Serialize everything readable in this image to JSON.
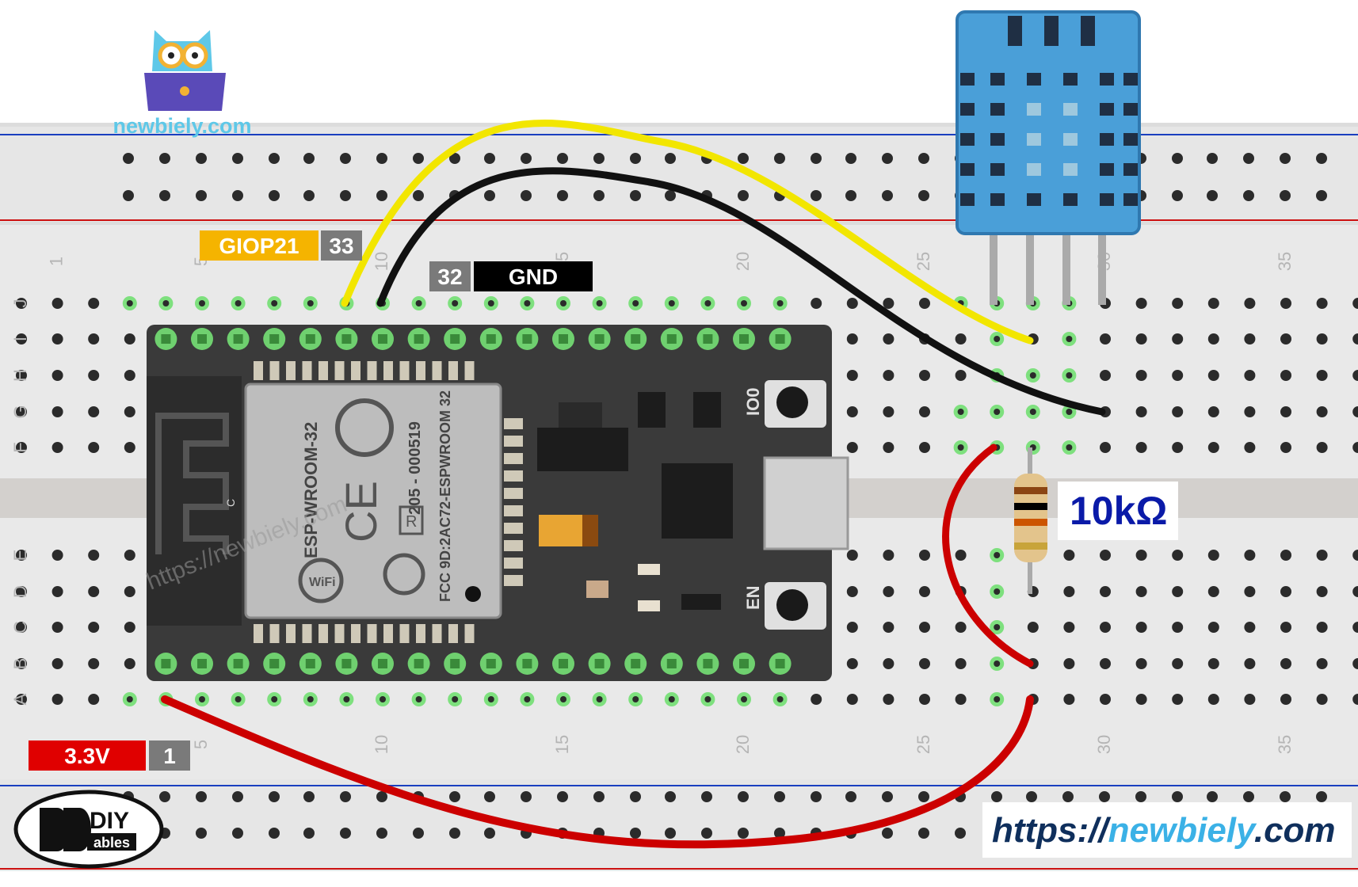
{
  "branding": {
    "top_logo_text": "newbiely.com",
    "bottom_logo_text_top": "DIY",
    "bottom_logo_text_bottom": "ables",
    "url_prefix": "https://",
    "url_name": "newbiely",
    "url_suffix": ".com"
  },
  "breadboard": {
    "row_letters_top": [
      "J",
      "I",
      "H",
      "G",
      "F"
    ],
    "row_letters_bottom": [
      "E",
      "D",
      "C",
      "B",
      "A"
    ],
    "column_numbers": [
      "1",
      "5",
      "10",
      "15",
      "20",
      "25",
      "30",
      "35"
    ]
  },
  "pin_labels": {
    "gpio": {
      "name": "GIOP21",
      "number": "33"
    },
    "gnd": {
      "number": "32",
      "name": "GND"
    },
    "power": {
      "name": "3.3V",
      "number": "1"
    }
  },
  "esp32": {
    "module_line1": "ESP-WROOM-32",
    "module_line2": "205 - 000519",
    "module_line3": "FCC 9D:2AC72-ESPWROOM 32",
    "module_cert": "R",
    "ce_mark": "CE",
    "wifi_mark": "WiFi",
    "antenna_mark": "C",
    "button_top": "IO0",
    "button_bottom": "EN",
    "watermark": "https://newbiely.com"
  },
  "resistor": {
    "label": "10kΩ"
  },
  "colors": {
    "yellow_wire": "#f2e600",
    "black_wire": "#111111",
    "red_wire": "#cc0000",
    "gpio_label_bg": "#f5b400",
    "pin_number_bg": "#7a7a7a",
    "gnd_label_bg": "#000000",
    "power_label_bg": "#e00000",
    "sensor_blue": "#4a9fd8",
    "url_dark": "#0f2f5c",
    "url_accent": "#3bb1e6",
    "resistor_label": "#0a1aa8"
  }
}
